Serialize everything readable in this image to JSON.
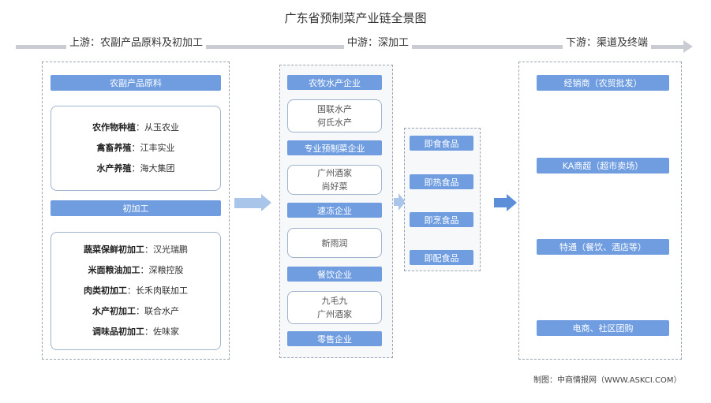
{
  "title": "广东省预制菜产业链全景图",
  "stages": {
    "upstream": "上游：农副产品原料及初加工",
    "midstream": "中游：深加工",
    "downstream": "下游：渠道及终端"
  },
  "upstream": {
    "header1": "农副产品原料",
    "group1": [
      {
        "label": "农作物种植",
        "value": "：从玉农业"
      },
      {
        "label": "禽畜养殖",
        "value": "：江丰实业"
      },
      {
        "label": "水产养殖",
        "value": "：海大集团"
      }
    ],
    "header2": "初加工",
    "group2": [
      {
        "label": "蔬菜保鲜初加工",
        "value": "：汉光瑞鹏"
      },
      {
        "label": "米面粮油加工",
        "value": "：深粮控股"
      },
      {
        "label": "肉类初加工",
        "value": "：长禾肉联加工"
      },
      {
        "label": "水产初加工",
        "value": "：联合水产"
      },
      {
        "label": "调味品初加工",
        "value": "：佐味家"
      }
    ]
  },
  "midstream": {
    "categories": [
      {
        "name": "农牧水产企业",
        "companies": [
          "国联水产",
          "何氏水产"
        ]
      },
      {
        "name": "专业预制菜企业",
        "companies": [
          "广州酒家",
          "尚好菜"
        ]
      },
      {
        "name": "速冻企业",
        "companies": [
          "新雨润"
        ]
      },
      {
        "name": "餐饮企业",
        "companies": [
          "九毛九",
          "广州酒家"
        ]
      },
      {
        "name": "零售企业",
        "companies": []
      }
    ],
    "products": [
      "即食食品",
      "即热食品",
      "即烹食品",
      "即配食品"
    ]
  },
  "downstream": {
    "channels": [
      "经销商（农贸批发）",
      "KA商超（超市卖场）",
      "特通（餐饮、酒店等）",
      "电商、社区团购"
    ]
  },
  "credit": "制图：中商情报网（WWW.ASKCI.COM）"
}
